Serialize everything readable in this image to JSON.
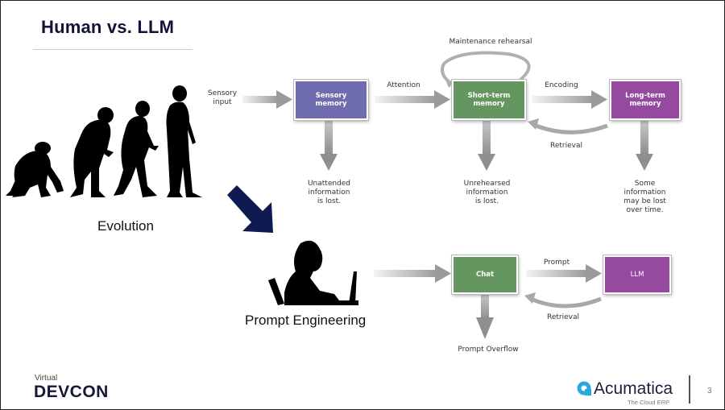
{
  "slide": {
    "title": "Human vs. LLM",
    "page_number": "3"
  },
  "left": {
    "evolution_caption": "Evolution",
    "prompt_engineering_caption": "Prompt Engineering"
  },
  "memory_model": {
    "input_label": "Sensory input",
    "input_label_lines": [
      "Sensory",
      "input"
    ],
    "boxes": [
      {
        "id": "sensory",
        "label_lines": [
          "Sensory",
          "memory"
        ],
        "color": "#6f6caf"
      },
      {
        "id": "short-term",
        "label_lines": [
          "Short-term",
          "memory"
        ],
        "color": "#669660"
      },
      {
        "id": "long-term",
        "label_lines": [
          "Long-term",
          "memory"
        ],
        "color": "#954aa0"
      }
    ],
    "arrows": {
      "attention": "Attention",
      "encoding": "Encoding",
      "retrieval": "Retrieval",
      "maintenance": "Maintenance rehearsal"
    },
    "losses": [
      {
        "lines": [
          "Unattended",
          "information",
          "is lost."
        ]
      },
      {
        "lines": [
          "Unrehearsed",
          "information",
          "is lost."
        ]
      },
      {
        "lines": [
          "Some",
          "information",
          "may be lost",
          "over time."
        ]
      }
    ]
  },
  "llm_model": {
    "boxes": [
      {
        "id": "chat",
        "label": "Chat",
        "color": "#669660"
      },
      {
        "id": "llm",
        "label": "LLM",
        "color": "#954aa0"
      }
    ],
    "arrows": {
      "prompt": "Prompt",
      "retrieval": "Retrieval"
    },
    "overflow_label": "Prompt Overflow"
  },
  "footer": {
    "devcon_small": "Virtual",
    "devcon_word": "DEVCON",
    "brand_name": "Acumatica",
    "brand_tagline": "The Cloud ERP"
  },
  "colors": {
    "title": "#111436",
    "accent_arrow": "#0f1a52",
    "arrow_gray": "#9a9a9a"
  }
}
